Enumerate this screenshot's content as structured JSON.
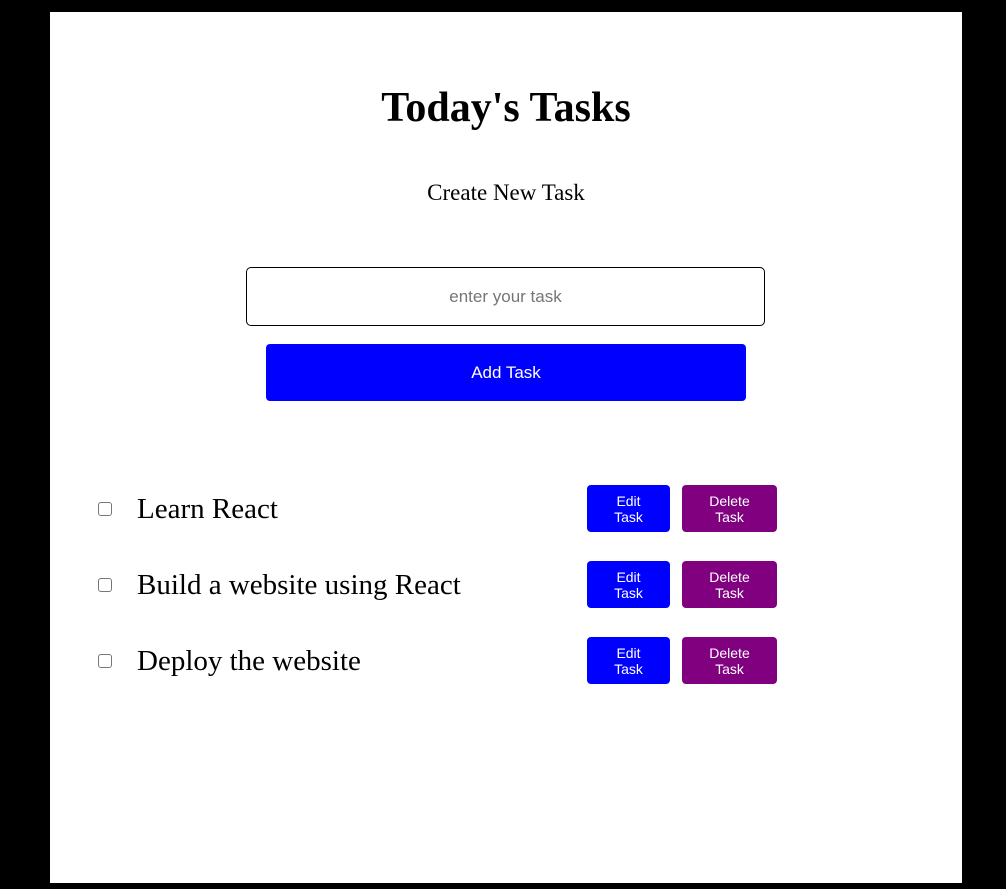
{
  "header": {
    "title": "Today's Tasks",
    "subtitle": "Create New Task"
  },
  "form": {
    "input_placeholder": "enter your task",
    "input_value": "",
    "add_button_label": "Add Task"
  },
  "tasks": [
    {
      "label": "Learn React",
      "checked": false,
      "edit_label": "Edit Task",
      "delete_label": "Delete Task"
    },
    {
      "label": "Build a website using React",
      "checked": false,
      "edit_label": "Edit Task",
      "delete_label": "Delete Task"
    },
    {
      "label": "Deploy the website",
      "checked": false,
      "edit_label": "Edit Task",
      "delete_label": "Delete Task"
    }
  ],
  "colors": {
    "page_background": "#ffffff",
    "frame_background": "#000000",
    "primary_button": "#0000ff",
    "delete_button": "#800080",
    "button_text": "#ffffff",
    "text": "#000000"
  }
}
